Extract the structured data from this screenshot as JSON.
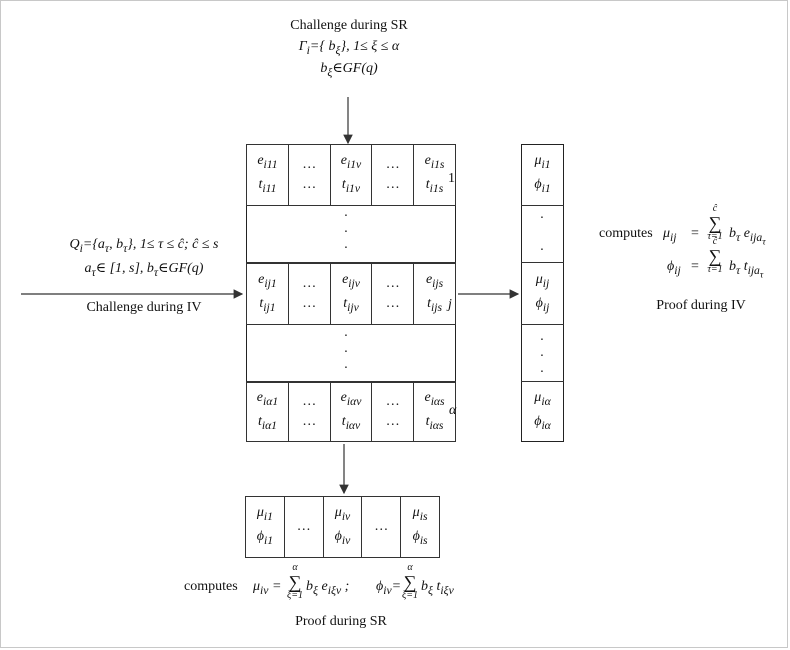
{
  "top_label": {
    "title": "Challenge during SR",
    "line1": "Γi={ bξ}, 1≤ ξ ≤ α",
    "line2": "bξ∈GF(q)"
  },
  "left_label": {
    "line1": "Qi={aτ, bτ}, 1≤ τ ≤ ĉ; ĉ ≤ s",
    "line2": "aτ∈ [1, s], bτ∈GF(q)",
    "caption": "Challenge during IV"
  },
  "main_matrix": {
    "rows": [
      {
        "label": "1",
        "cells": [
          [
            "e i11",
            "t i11"
          ],
          [
            "…",
            "…"
          ],
          [
            "e i1v",
            "t i1v"
          ],
          [
            "…",
            "…"
          ],
          [
            "e i1s",
            "t i1s"
          ]
        ]
      },
      {
        "label": "j",
        "cells": [
          [
            "e ij1",
            "t ij1"
          ],
          [
            "…",
            "…"
          ],
          [
            "e ijv",
            "t ijv"
          ],
          [
            "…",
            "…"
          ],
          [
            "e ijs",
            "t ijs"
          ]
        ]
      },
      {
        "label": "α",
        "cells": [
          [
            "e iα1",
            "t iα1"
          ],
          [
            "…",
            "…"
          ],
          [
            "e iαv",
            "t iαv"
          ],
          [
            "…",
            "…"
          ],
          [
            "e iαs",
            "t iαs"
          ]
        ]
      }
    ],
    "vdots": "·"
  },
  "right_column": {
    "cells": [
      [
        "μi1",
        "ϕi1"
      ],
      [
        "μij",
        "ϕij"
      ],
      [
        "μiα",
        "ϕiα"
      ]
    ]
  },
  "right_proof": {
    "computes": "computes",
    "mu_eq": "μij = Σ bτ eijaτ",
    "phi_eq": "ϕij = Σ bτ tijaτ",
    "sum_top": "ĉ",
    "sum_bottom": "τ=1",
    "caption": "Proof during IV"
  },
  "bottom_row": {
    "cells": [
      [
        "μi1",
        "ϕi1"
      ],
      [
        "…",
        ""
      ],
      [
        "μiv",
        "ϕiv"
      ],
      [
        "…",
        ""
      ],
      [
        "μis",
        "ϕis"
      ]
    ]
  },
  "bottom_proof": {
    "computes": "computes",
    "equation": "μiv = Σ bξ eiξv ; ϕiv = Σ bξ tiξv",
    "sum_top": "α",
    "sum_bottom": "ξ=1",
    "caption": "Proof during SR"
  }
}
